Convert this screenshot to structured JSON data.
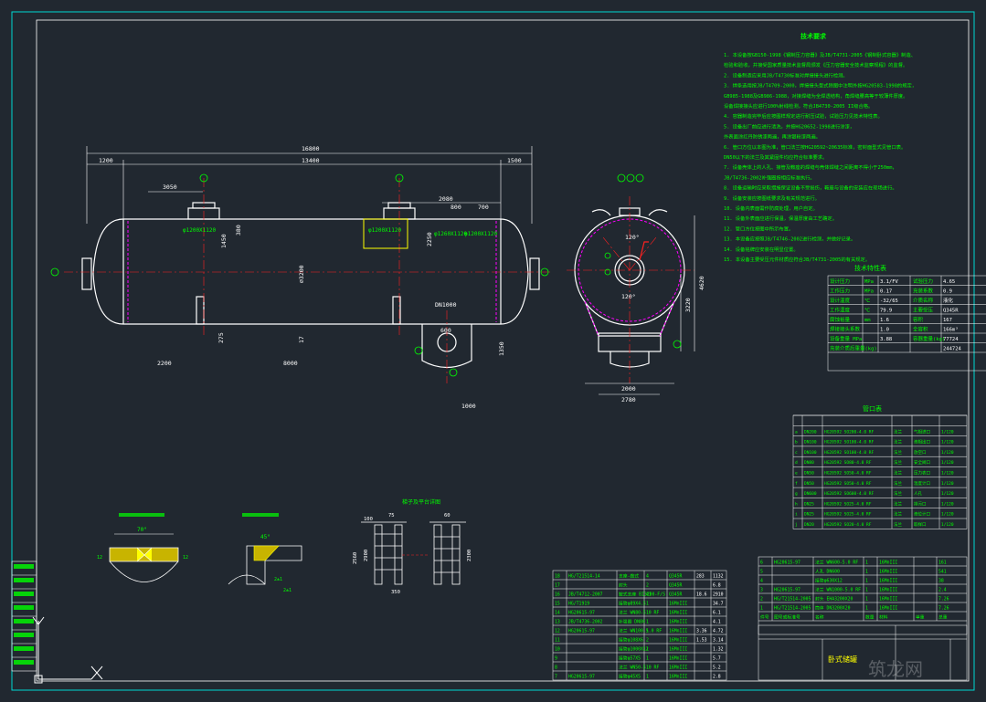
{
  "colors": {
    "background": "#212830",
    "frame": "#00d7d2",
    "white": "#ffffff",
    "green": "#00ff00",
    "yellow": "#ffff00",
    "magenta": "#ff00ff",
    "red": "#ff2020"
  },
  "drawing": {
    "tech_title": "技术要求",
    "spec_title": "技术特性表",
    "nozzle_title": "管口表",
    "tank_title": "卧式储罐",
    "det_title": "梯子及平台详图",
    "dims": {
      "overall": "16800",
      "left_end": "1200",
      "mid": "13400",
      "right_end": "1500",
      "noz1": "3050",
      "noz2": "2080",
      "noz3": "800",
      "noz4": "700",
      "height_left": "380",
      "height_mid": "1450",
      "shell_d": "∅3200",
      "sub_h": "2250",
      "low_left": "2200",
      "low_mid": "8000",
      "leg": "275",
      "bottom_offset": "17",
      "sump_label": "DN1000",
      "sump_d": "600",
      "sump_w": "1000",
      "sump_h": "1350",
      "side_h": "4620",
      "side_inner": "3220",
      "side_w1": "2000",
      "side_w2": "2780",
      "ang1": "120°",
      "ang2": "120°",
      "manhole1": "φ1200X1120",
      "manhole2": "φ1200X1120",
      "manhole3": "φ1260X1120",
      "manhole4": "φ1200X1120",
      "ladder_w1": "100",
      "ladder_w2": "75",
      "ladder_w3": "60",
      "ladder_h1": "2560",
      "ladder_h2": "2900",
      "ladder_h3": "2300",
      "ladder_base": "350",
      "weld1_ang": "70°",
      "weld2_ang": "45°",
      "weld_a": "12",
      "weld_b": "12",
      "weld_c": "2±1",
      "weld_d": "2±1"
    },
    "spec_rows": [
      [
        "设计压力",
        "MPa",
        "3.1/FV",
        "试验压力",
        "4.65"
      ],
      [
        "工作压力",
        "MPa",
        "0.17",
        "充装系数",
        "0.9"
      ],
      [
        "设计温度",
        "℃",
        "-32/65",
        "介质名称",
        "液化"
      ],
      [
        "工作温度",
        "℃",
        "79.9",
        "主要受压",
        "Q345R"
      ],
      [
        "腐蚀裕量",
        "mm",
        "1.6",
        "容积",
        "167"
      ],
      [
        "焊接接头系数",
        "",
        "1.0",
        "全容积",
        "166m³"
      ],
      [
        "设备重量 MPa",
        "",
        "3.88",
        "容器重量(kg)",
        "77724"
      ],
      [
        "充装介质后重量(kg)",
        "",
        "",
        "",
        "244724"
      ]
    ],
    "nozzle_rows": [
      [
        "a",
        "DN200",
        "HG20592 SO200-4.0 RF",
        "法兰",
        "气相进口",
        "1/120"
      ],
      [
        "b",
        "DN100",
        "HG20592 SO100-4.0 RF",
        "法兰",
        "液相出口",
        "1/120"
      ],
      [
        "c",
        "DN100",
        "HG20592 SO100-4.0 RF",
        "法兰",
        "放空口",
        "1/120"
      ],
      [
        "d",
        "DN80",
        "HG20592 SO80-4.0 RF",
        "法兰",
        "安全阀口",
        "1/120"
      ],
      [
        "e",
        "DN50",
        "HG20592 SO50-4.0 RF",
        "法兰",
        "压力表口",
        "1/120"
      ],
      [
        "f",
        "DN50",
        "HG20592 SO50-4.0 RF",
        "法兰",
        "温度计口",
        "1/120"
      ],
      [
        "g",
        "DN600",
        "HG20592 SO600-4.0 RF",
        "法兰",
        "人孔",
        "1/120"
      ],
      [
        "h",
        "DN25",
        "HG20592 SO25-4.0 RF",
        "法兰",
        "排污口",
        "1/120"
      ],
      [
        "i",
        "DN25",
        "HG20592 SO25-4.0 RF",
        "法兰",
        "液位计口",
        "1/120"
      ],
      [
        "j",
        "DN20",
        "HG20592 SO20-4.0 RF",
        "法兰",
        "取样口",
        "1/120"
      ]
    ],
    "bom_rows": [
      [
        "18",
        "HG/T21514-14",
        "支座-鞍式",
        "4",
        "Q345R",
        "283",
        "1132"
      ],
      [
        "17",
        "",
        "封头",
        "2",
        "Q345R",
        "",
        "6.8"
      ],
      [
        "16",
        "JB/T4712-2007",
        "鞍式支座 BI3200-F/S",
        "41",
        "Q345R",
        "18.6",
        "2910"
      ],
      [
        "15",
        "HG/T1919",
        "接管φ89X4.5",
        "1",
        "16MnIII",
        "",
        "34.7"
      ],
      [
        "14",
        "HG20615-97",
        "法兰 WN80-5.0 RF",
        "1",
        "16MnIII",
        "",
        "6.1"
      ],
      [
        "13",
        "JB/T4736-2002",
        "补强圈 DN80",
        "1",
        "16MnIII",
        "",
        "4.1"
      ],
      [
        "12",
        "HG20615-97",
        "法兰 WN100-5.0 RF",
        "1",
        "16MnIII",
        "3.36",
        "4.72"
      ],
      [
        "11",
        "",
        "接管φ108X6",
        "2",
        "16MnIII",
        "1.53",
        "3.14"
      ],
      [
        "10",
        "",
        "接管φ1000X12",
        "1",
        "16MnIII",
        "",
        "1.32"
      ],
      [
        "9",
        "",
        "接管φ57X5",
        "1",
        "16MnIII",
        "",
        "5.7"
      ],
      [
        "8",
        "",
        "法兰 WN50-5.0 RF",
        "1",
        "16MnIII",
        "",
        "5.2"
      ],
      [
        "7",
        "HG20615-97",
        "接管φ45X5",
        "1",
        "16MnIII",
        "",
        "2.8"
      ]
    ],
    "bom2_rows": [
      [
        "6",
        "HG20615-97",
        "法兰 WN600-5.0 RF",
        "1",
        "16MnIII",
        "",
        "161"
      ],
      [
        "5",
        "",
        "人孔 DN600",
        "1",
        "16MnIII",
        "",
        "541"
      ],
      [
        "4",
        "",
        "接管φ630X12",
        "1",
        "16MnIII",
        "",
        "38"
      ],
      [
        "3",
        "HG20615-97",
        "法兰 WN1000-5.0 RF",
        "1",
        "16MnIII",
        "",
        "2.4"
      ],
      [
        "2",
        "HG/T21514-2005",
        "封头 EHA3200X20",
        "1",
        "16MnIII",
        "",
        "7.26"
      ],
      [
        "1",
        "HG/T21514-2005",
        "筒体 DN3200X20",
        "1",
        "16MnIII",
        "",
        "7.26"
      ]
    ],
    "bom_header": [
      "件号",
      "图号或标准号",
      "名称",
      "数量",
      "材料",
      "单重",
      "总重"
    ],
    "tech_lines": [
      "1.  本设备按GB150-1998《钢制压力容器》及JB/T4731-2005《钢制卧式容器》制造、",
      "    检验和验收，并接受国家质量技术监督局颁发《压力容器安全技术监察规程》的监督。",
      "2.  设备制造应采用JB/T4730标准对焊接接头进行检测。",
      "3.  焊条选用按JB/T4709-2000，焊接接头型式除图中注明外按HG20583-1998的规定，",
      "    GB985-1988及GB986-1988，对接焊缝为全焊透结构，角焊缝腰高等于较薄件厚度。",
      "    设备焊接接头应进行100%射线检测，符合JB4730-2005 II级合格。",
      "4.  容器制造完毕后应按图样规定进行耐压试验，试验压力见技术特性表。",
      "5.  设备出厂前应进行清洗，并按HG20652-1998进行涂漆，",
      "    外表面涂红丹防锈漆两遍，再涂银粉漆两遍。",
      "6.  管口方位以本图为准，管口法兰按HG20592~20635标准，密封面型式见管口表。",
      "    DN50以下的法兰及其紧固件均应符合标准要求。",
      "7.  设备壳体上的人孔、接管及鞍座的焊缝与壳体焊缝之间距离不得小于250mm，",
      "    JB/T4736-2002补强圈按相应标准执行。",
      "8.  设备运输时应采取措施保证设备不受损伤，鞍座与设备的安装应在现场进行。",
      "9.  设备安装应按图纸要求及有关规范进行。",
      "10. 设备内表面需作防腐处理，用户自定。",
      "11. 设备外表面应进行保温，保温厚度由工艺确定。",
      "12. 管口方位按图中所示布置。",
      "13. 本设备应按照JB/T4746-2002进行检测，并做好记录。",
      "14. 设备铭牌应安装在明显位置。",
      "15. 本设备主要受压元件材质应符合JB/T4731-2005的有关规定。"
    ],
    "nozzle_tags": [
      "a",
      "b",
      "c",
      "d",
      "e",
      "f",
      "g",
      "h"
    ],
    "side_tags": [
      "c",
      "d",
      "e"
    ],
    "logo": "筑龙网"
  }
}
